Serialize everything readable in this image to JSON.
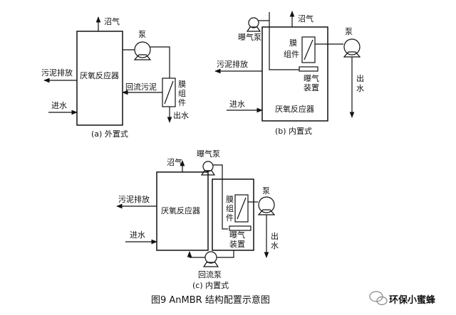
{
  "panel_a": {
    "biogas": "沼气",
    "pump": "泵",
    "sludge_discharge": "污泥排放",
    "reactor": "厌氧反应器",
    "return_sludge": "回流污泥",
    "membrane": [
      "膜",
      "组",
      "件"
    ],
    "inflow": "进水",
    "outflow": "出水",
    "caption": "(a) 外置式"
  },
  "panel_b": {
    "biogas": "沼气",
    "aeration_pump": "曝气泵",
    "pump": "泵",
    "membrane": [
      "膜",
      "组件"
    ],
    "sludge_discharge": "污泥排放",
    "aeration_device": [
      "曝气",
      "装置"
    ],
    "outflow": [
      "出",
      "水"
    ],
    "inflow": "进水",
    "reactor": "厌氧反应器",
    "caption": "(b) 内置式"
  },
  "panel_c": {
    "aeration_pump": "曝气泵",
    "biogas": "沼气",
    "pump": "泵",
    "sludge_discharge": "污泥排放",
    "reactor": "厌氧反应器",
    "membrane": [
      "膜",
      "组",
      "件"
    ],
    "aeration_device": [
      "曝气",
      "装置"
    ],
    "outflow": [
      "出",
      "水"
    ],
    "inflow": "进水",
    "return_pump": "回流泵",
    "caption": "(c) 内置式"
  },
  "figure_caption": "图9  AnMBR 结构配置示意图",
  "watermark": "环保小蜜蜂"
}
